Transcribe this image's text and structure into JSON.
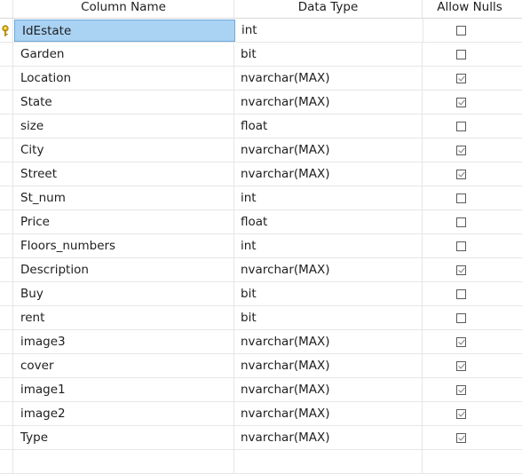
{
  "header": {
    "column_name": "Column Name",
    "data_type": "Data Type",
    "allow_nulls": "Allow Nulls"
  },
  "colors": {
    "selection": "#a9d2f3",
    "key": "#e6b800"
  },
  "rows": [
    {
      "name": "IdEstate",
      "type": "int",
      "allow_nulls": false,
      "primary_key": true,
      "selected": true
    },
    {
      "name": "Garden",
      "type": "bit",
      "allow_nulls": false
    },
    {
      "name": "Location",
      "type": "nvarchar(MAX)",
      "allow_nulls": true
    },
    {
      "name": "State",
      "type": "nvarchar(MAX)",
      "allow_nulls": true
    },
    {
      "name": "size",
      "type": "float",
      "allow_nulls": false
    },
    {
      "name": "City",
      "type": "nvarchar(MAX)",
      "allow_nulls": true
    },
    {
      "name": "Street",
      "type": "nvarchar(MAX)",
      "allow_nulls": true
    },
    {
      "name": "St_num",
      "type": "int",
      "allow_nulls": false
    },
    {
      "name": "Price",
      "type": "float",
      "allow_nulls": false
    },
    {
      "name": "Floors_numbers",
      "type": "int",
      "allow_nulls": false
    },
    {
      "name": "Description",
      "type": "nvarchar(MAX)",
      "allow_nulls": true
    },
    {
      "name": "Buy",
      "type": "bit",
      "allow_nulls": false
    },
    {
      "name": "rent",
      "type": "bit",
      "allow_nulls": false
    },
    {
      "name": "image3",
      "type": "nvarchar(MAX)",
      "allow_nulls": true
    },
    {
      "name": "cover",
      "type": "nvarchar(MAX)",
      "allow_nulls": true
    },
    {
      "name": "image1",
      "type": "nvarchar(MAX)",
      "allow_nulls": true
    },
    {
      "name": "image2",
      "type": "nvarchar(MAX)",
      "allow_nulls": true
    },
    {
      "name": "Type",
      "type": "nvarchar(MAX)",
      "allow_nulls": true
    },
    {
      "name": "",
      "type": "",
      "allow_nulls": false,
      "empty": true
    }
  ]
}
